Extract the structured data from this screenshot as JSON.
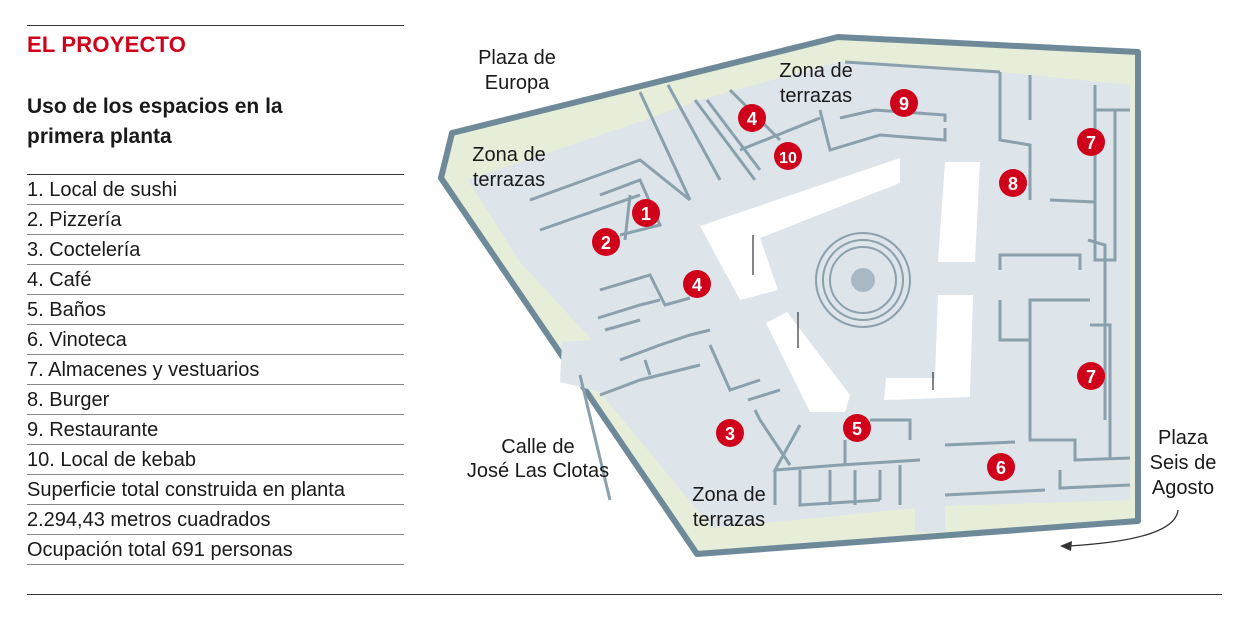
{
  "header": {
    "kicker": "EL PROYECTO",
    "subtitle": "Uso de los espacios en la primera planta"
  },
  "legend": [
    "1. Local de sushi",
    "2. Pizzería",
    "3. Coctelería",
    "4. Café",
    "5. Baños",
    "6. Vinoteca",
    "7. Almacenes y vestuarios",
    "8. Burger",
    "9. Restaurante",
    "10. Local de kebab",
    "Superficie total construida en planta",
    "2.294,43 metros cuadrados",
    "Ocupación total 691 personas"
  ],
  "map": {
    "labels": {
      "plaza_europa": [
        "Plaza de",
        "Europa"
      ],
      "terrazas_top": [
        "Zona de",
        "terrazas"
      ],
      "terrazas_left": [
        "Zona de",
        "terrazas"
      ],
      "terrazas_bottom": [
        "Zona de",
        "terrazas"
      ],
      "calle": [
        "Calle de",
        "José Las Clotas"
      ],
      "plaza_seis": [
        "Plaza",
        "Seis de",
        "Agosto"
      ]
    },
    "markers": [
      "1",
      "2",
      "4",
      "4",
      "10",
      "9",
      "7",
      "8",
      "7",
      "3",
      "5",
      "6"
    ]
  },
  "colors": {
    "accent": "#d0021b",
    "floor": "#dde4ea",
    "terrace": "#e6edd9",
    "outline": "#6e8a99",
    "walls": "#8aa0ad"
  }
}
